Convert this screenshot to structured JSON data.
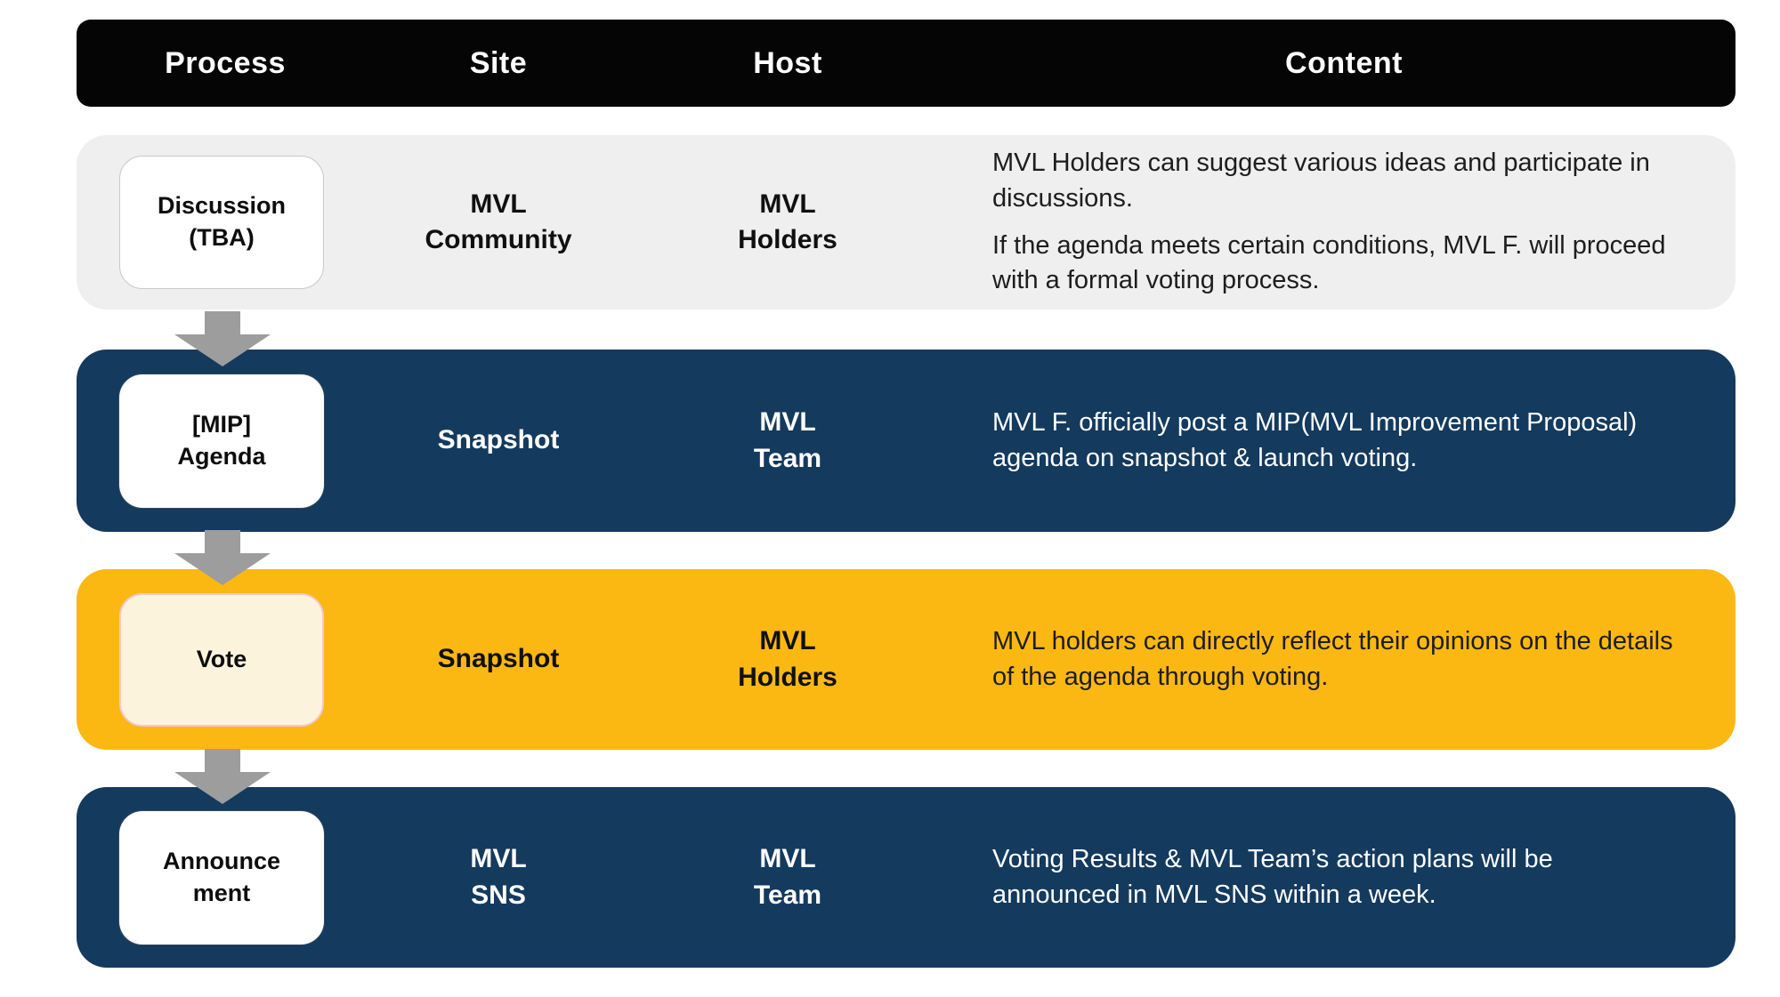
{
  "title": "MVL governance voting process table",
  "colors": {
    "header_bg": "#050505",
    "header_text": "#FFFFFF",
    "row_gray": "#EFEFEF",
    "row_navy": "#143A5E",
    "row_yellow": "#FBB813",
    "badge_white": "#FFFFFF",
    "badge_cream": "#FCF3DC",
    "badge_cream_border": "#F2C7CF",
    "arrow_gray": "#9D9D9D"
  },
  "header": {
    "process": "Process",
    "site": "Site",
    "host": "Host",
    "content": "Content"
  },
  "rows": [
    {
      "process": "Discussion\n(TBA)",
      "site": "MVL\nCommunity",
      "host": "MVL\nHolders",
      "content": [
        "MVL Holders can suggest various ideas and participate in discussions.",
        "If the agenda meets certain conditions, MVL F. will proceed with a formal voting process."
      ]
    },
    {
      "process": "[MIP]\nAgenda",
      "site": "Snapshot",
      "host": "MVL\nTeam",
      "content": [
        "MVL F. officially post a MIP(MVL Improvement Proposal) agenda on snapshot & launch voting."
      ]
    },
    {
      "process": "Vote",
      "site": "Snapshot",
      "host": "MVL\nHolders",
      "content": [
        "MVL holders can directly reflect their opinions on the details of the agenda through voting."
      ]
    },
    {
      "process": "Announce\nment",
      "site": "MVL\nSNS",
      "host": "MVL\nTeam",
      "content": [
        "Voting Results & MVL Team’s action plans will be announced in MVL SNS within a week."
      ]
    }
  ]
}
